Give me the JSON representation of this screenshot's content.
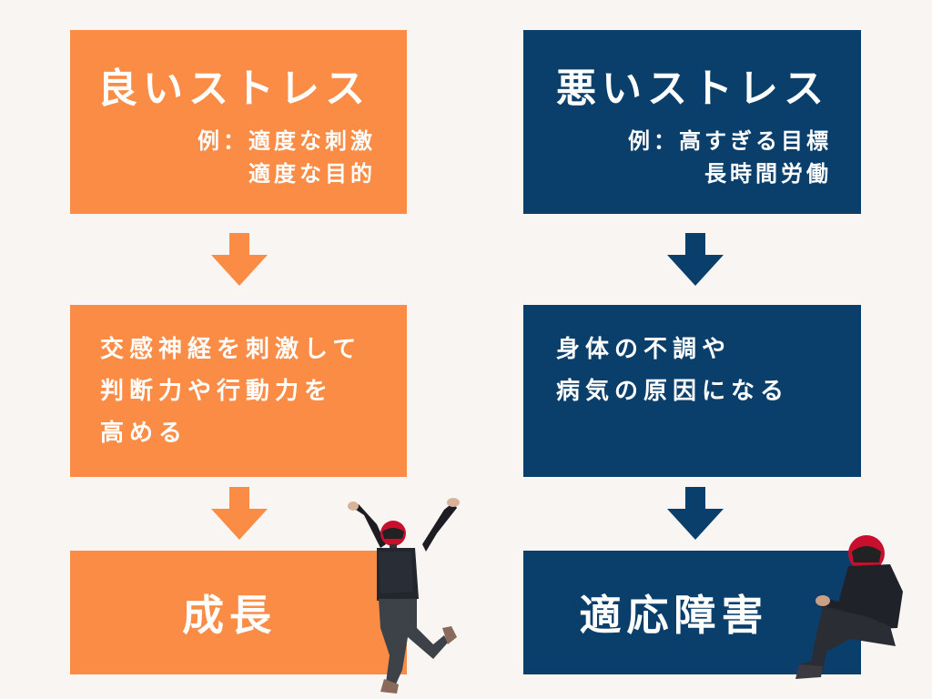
{
  "colors": {
    "background": "#f8f5f3",
    "good": "#fb8c45",
    "bad": "#0b3f6b",
    "text": "#ffffff"
  },
  "good": {
    "title": "良いストレス",
    "example_lines": [
      "例：適度な刺激",
      "適度な目的"
    ],
    "effect_lines": [
      "交感神経を刺激して",
      "判断力や行動力を",
      "高める"
    ],
    "result": "成長"
  },
  "bad": {
    "title": "悪いストレス",
    "example_lines": [
      "例：高すぎる目標",
      "長時間労働"
    ],
    "effect_lines": [
      "身体の不調や",
      "病気の原因になる"
    ],
    "result": "適応障害"
  },
  "icons": {
    "arrow": "down-arrow-icon",
    "person_good": "jumping-person-helmet-icon",
    "person_bad": "sitting-person-helmet-icon"
  }
}
